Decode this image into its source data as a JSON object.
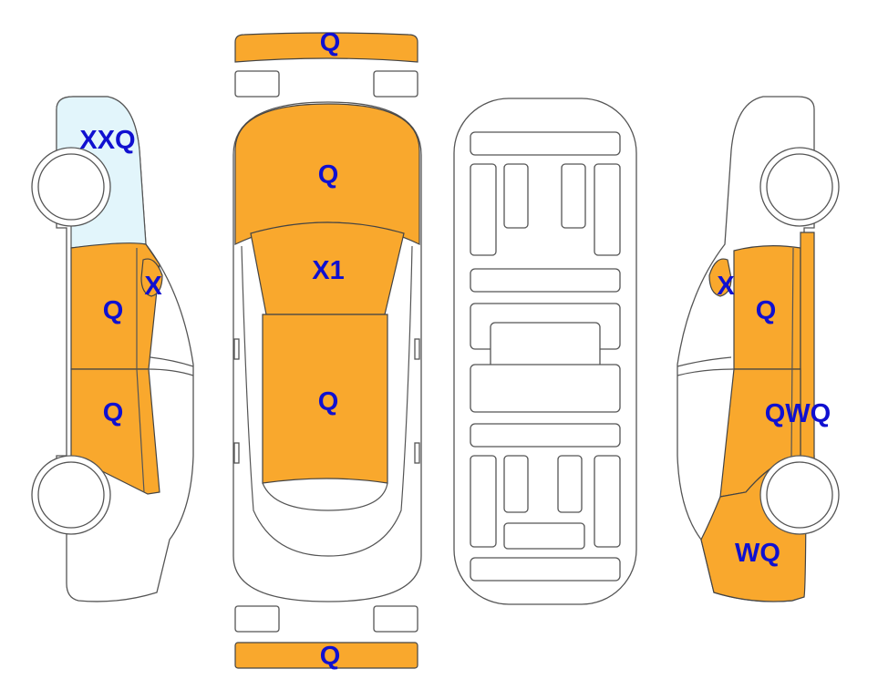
{
  "colors": {
    "damaged": "#F9A82D",
    "glass_marked": "#E2F5FB",
    "label": "#1010D0",
    "outline": "#555555"
  },
  "labels": {
    "front_bumper": "Q",
    "hood": "Q",
    "windshield": "X1",
    "roof": "Q",
    "rear_bumper": "Q",
    "left_rear_quarter": "XXQ",
    "left_mirror": "X",
    "left_rear_door": "Q",
    "left_front_door": "Q",
    "right_mirror": "X",
    "right_front_door": "Q",
    "right_rocker": "QWQ",
    "right_front_fender": "WQ"
  }
}
